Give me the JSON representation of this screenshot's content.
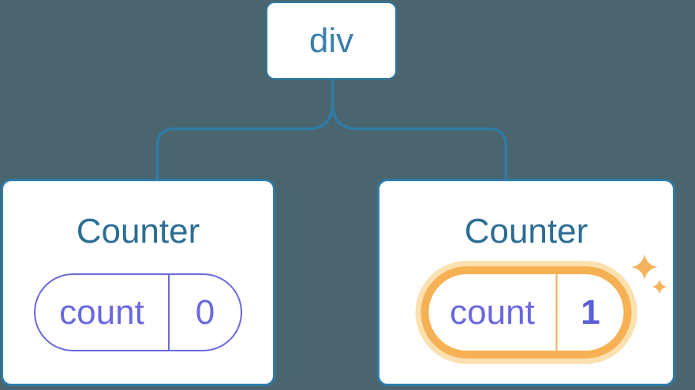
{
  "diagram": {
    "background": "#4B656F",
    "root": {
      "label": "div"
    },
    "children": [
      {
        "title": "Counter",
        "state_key": "count",
        "state_value": "0",
        "highlighted": false
      },
      {
        "title": "Counter",
        "state_key": "count",
        "state_value": "1",
        "highlighted": true
      }
    ]
  },
  "colors": {
    "background": "#4B656F",
    "connector_blue": "#2E7CA6",
    "card_border": "#2E7CA6",
    "card_background": "#FFFFFF",
    "root_label_text": "#3B7FAC",
    "title_text": "#2C6E93",
    "state_purple": "#6A68E0",
    "state_value_bold": "#5A5ED8",
    "highlight_ring": "#F6B154",
    "highlight_glow": "#FBE0B0",
    "highlight_divider": "#F3AE54",
    "sparkle": "#F5B45B"
  }
}
